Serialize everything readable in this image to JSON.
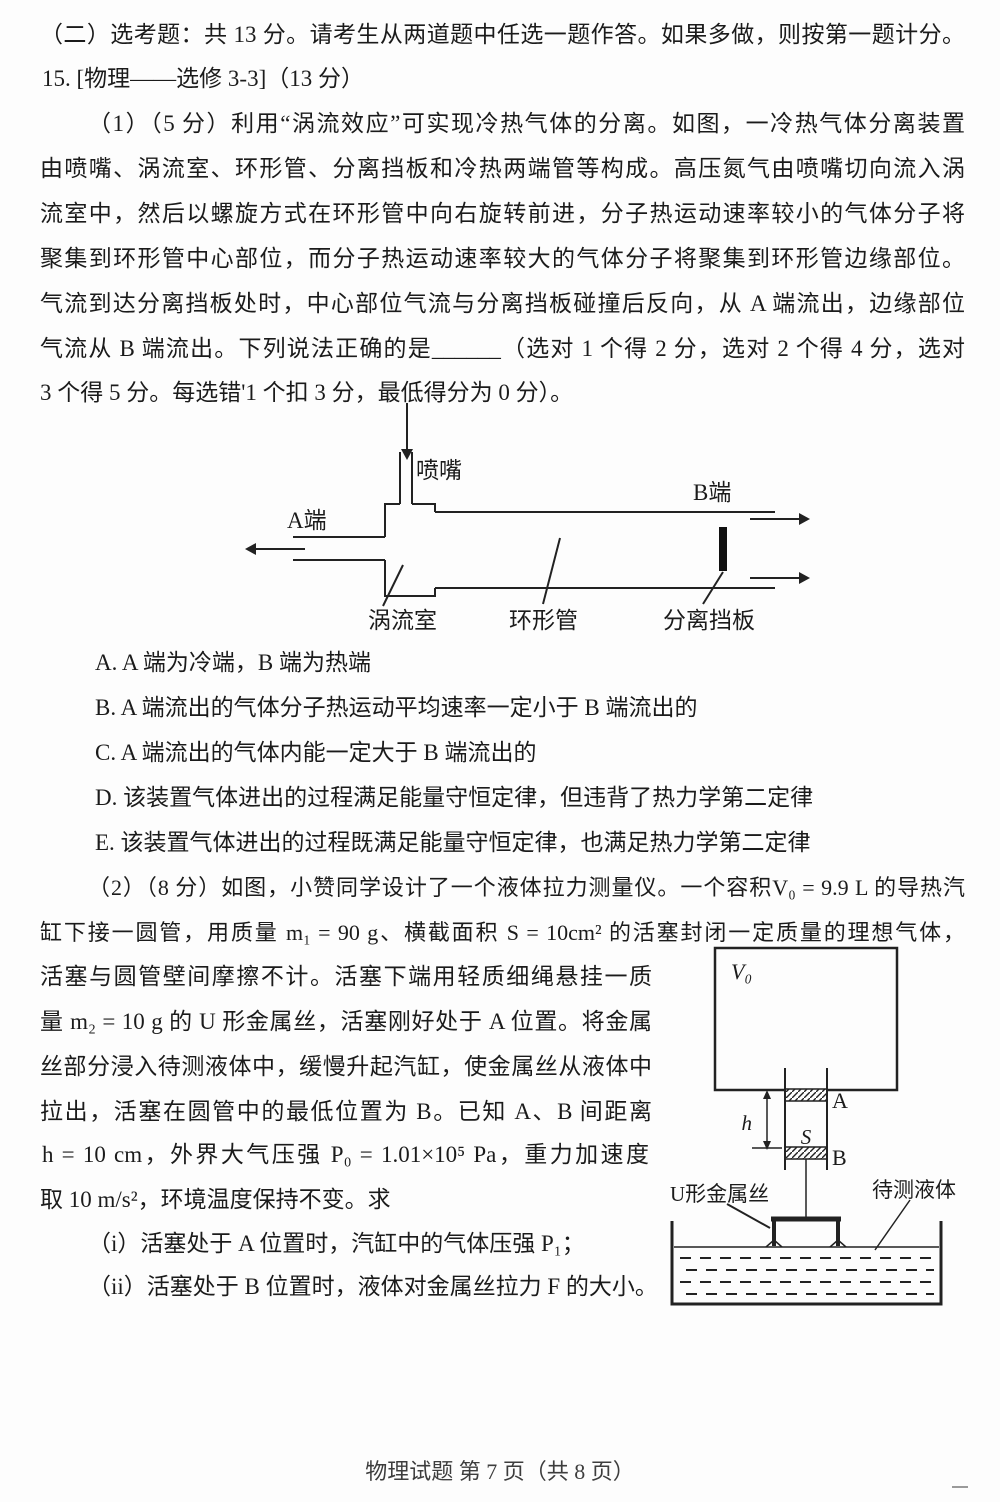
{
  "header": "（二）选考题：共 13 分。请考生从两道题中任选一题作答。如果多做，则按第一题计分。",
  "question_title": "15. [物理——选修 3-3]（13 分）",
  "part1": {
    "lines": [
      "（1）（5 分）利用“涡流效应”可实现冷热气体的分离。如图，一冷热气体分离装置",
      "由喷嘴、涡流室、环形管、分离挡板和冷热两端管等构成。高压氮气由喷嘴切向流入涡",
      "流室中，然后以螺旋方式在环形管中向右旋转前进，分子热运动速率较小的气体分子将",
      "聚集到环形管中心部位，而分子热运动速率较大的气体分子将聚集到环形管边缘部位。",
      "气流到达分离挡板处时，中心部位气流与分离挡板碰撞后反向，从 A 端流出，边缘部位",
      "气流从 B 端流出。下列说法正确的是______（选对 1 个得 2 分，选对 2 个得 4 分，选对",
      "3 个得 5 分。每选错'1 个扣 3 分，最低得分为 0 分）。"
    ]
  },
  "diagram1": {
    "nozzle": "喷嘴",
    "a_end": "A端",
    "b_end": "B端",
    "vortex_chamber": "涡流室",
    "annular_tube": "环形管",
    "baffle": "分离挡板"
  },
  "options": [
    "A. A 端为冷端，B 端为热端",
    "B. A 端流出的气体分子热运动平均速率一定小于 B 端流出的",
    "C. A 端流出的气体内能一定大于 B 端流出的",
    "D. 该装置气体进出的过程满足能量守恒定律，但违背了热力学第二定律",
    "E. 该装置气体进出的过程既满足能量守恒定律，也满足热力学第二定律"
  ],
  "part2": {
    "lines": [
      "（2）（8 分）如图，小赞同学设计了一个液体拉力测量仪。一个容积V₀ = 9.9 L 的导热汽",
      "缸下接一圆管，用质量 m₁ = 90 g、横截面积 S = 10cm² 的活塞封闭一定质量的理想气体，",
      "活塞与圆管壁间摩擦不计。活塞下端用轻质细绳悬挂一质",
      "量 m₂ = 10 g 的 U 形金属丝，活塞刚好处于 A 位置。将金属",
      "丝部分浸入待测液体中，缓慢升起汽缸，使金属丝从液体中",
      "拉出，活塞在圆管中的最低位置为 B。已知 A、B 间距离",
      "h = 10 cm，外界大气压强 P₀ = 1.01×10⁵ Pa，重力加速度",
      "取 10 m/s²，环境温度保持不变。求"
    ],
    "subq": [
      "（i）活塞处于 A 位置时，汽缸中的气体压强 P₁；",
      "（ii）活塞处于 B 位置时，液体对金属丝拉力 F 的大小。"
    ]
  },
  "diagram2": {
    "v0": "V₀",
    "piston_a": "A",
    "piston_b": "B",
    "h": "h",
    "s": "S",
    "u_wire": "U形金属丝",
    "liquid": "待测液体"
  },
  "footer": "物理试题 第 7 页（共 8 页）"
}
